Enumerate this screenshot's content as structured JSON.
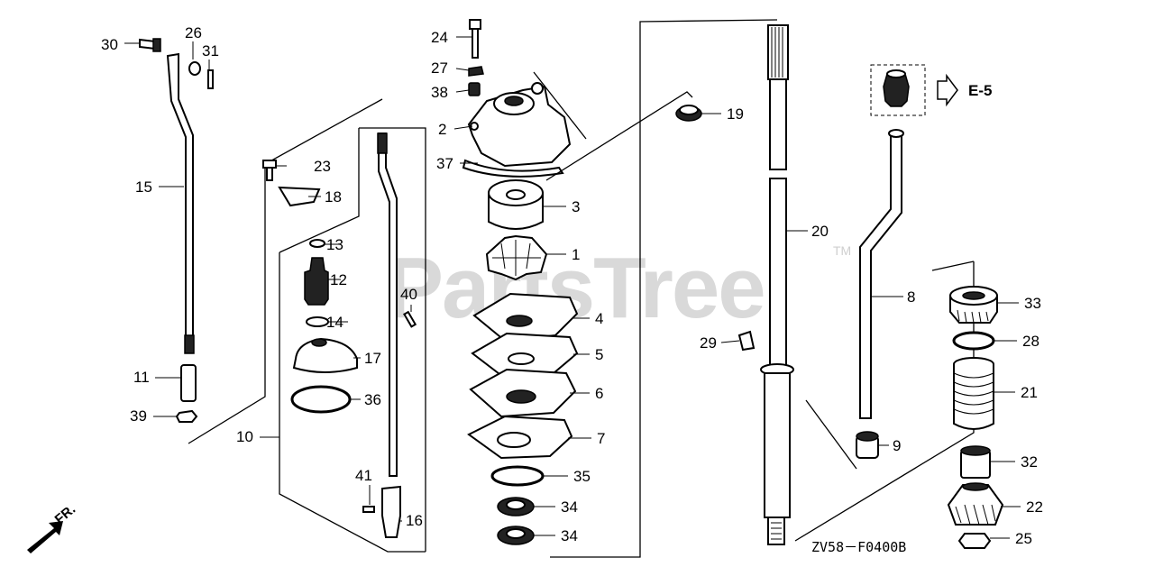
{
  "watermark": "PartsTree",
  "watermark_tm": "TM",
  "diagram_code": "ZV58－F0400B",
  "reference": "E-5",
  "front_label": "FR.",
  "callouts": [
    "30",
    "26",
    "31",
    "15",
    "11",
    "39",
    "10",
    "23",
    "18",
    "13",
    "12",
    "14",
    "17",
    "36",
    "40",
    "41",
    "16",
    "24",
    "27",
    "38",
    "2",
    "37",
    "3",
    "1",
    "4",
    "5",
    "6",
    "7",
    "35",
    "34",
    "34",
    "19",
    "20",
    "29",
    "8",
    "9",
    "33",
    "28",
    "21",
    "32",
    "22",
    "25"
  ]
}
